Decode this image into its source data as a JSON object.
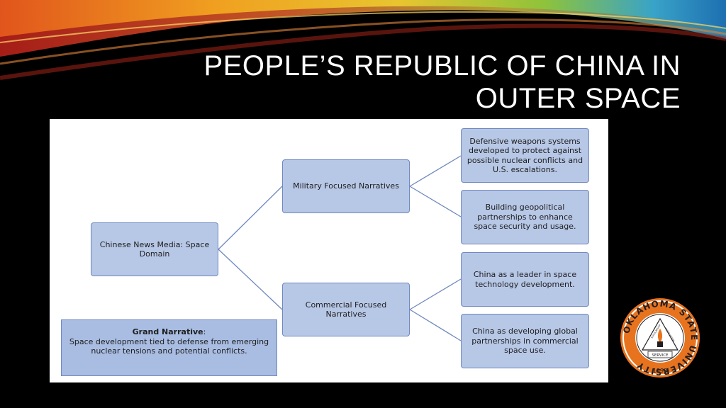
{
  "slide": {
    "title_line1": "PEOPLE’S REPUBLIC OF CHINA IN",
    "title_line2": "OUTER SPACE"
  },
  "diagram": {
    "root": "Chinese News Media: Space Domain",
    "military": "Military Focused Narratives",
    "commercial": "Commercial Focused Narratives",
    "military_children": [
      "Defensive weapons systems developed to protect against possible nuclear conflicts and U.S. escalations.",
      "Building geopolitical partnerships to enhance space security and usage."
    ],
    "commercial_children": [
      "China as a leader in space technology development.",
      "China as developing global partnerships in commercial space use."
    ],
    "grand_label": "Grand Narrative",
    "grand_text": "Space development tied to defense from emerging nuclear tensions and potential conflicts."
  },
  "seal": {
    "ring_text": "OKLAHOMA STATE UNIVERSITY",
    "banner": "SERVICE",
    "year": "1890",
    "inner_words": "SCHOLARSHIP INSTRUCTION",
    "colors": {
      "orange": "#e8731e",
      "dark": "#231f20"
    }
  }
}
